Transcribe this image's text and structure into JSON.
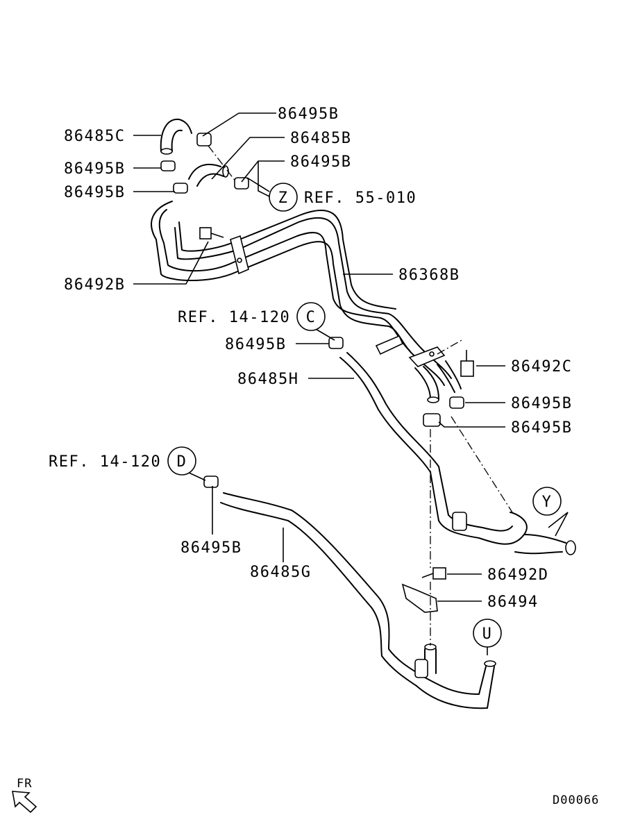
{
  "diagram_code": "D00066",
  "orientation_label": "FR",
  "callouts": [
    {
      "id": "c1",
      "text": "86495B"
    },
    {
      "id": "c2",
      "text": "86485C"
    },
    {
      "id": "c3",
      "text": "86485B"
    },
    {
      "id": "c4",
      "text": "86495B"
    },
    {
      "id": "c5",
      "text": "86495B"
    },
    {
      "id": "c6",
      "text": "86495B"
    },
    {
      "id": "c7",
      "text": "REF. 55-010"
    },
    {
      "id": "c8",
      "text": "86368B"
    },
    {
      "id": "c9",
      "text": "86492B"
    },
    {
      "id": "c10",
      "text": "REF. 14-120"
    },
    {
      "id": "c11",
      "text": "86495B"
    },
    {
      "id": "c12",
      "text": "86492C"
    },
    {
      "id": "c13",
      "text": "86485H"
    },
    {
      "id": "c14",
      "text": "86495B"
    },
    {
      "id": "c15",
      "text": "86495B"
    },
    {
      "id": "c16",
      "text": "REF. 14-120"
    },
    {
      "id": "c17",
      "text": "86495B"
    },
    {
      "id": "c18",
      "text": "86485G"
    },
    {
      "id": "c19",
      "text": "86492D"
    },
    {
      "id": "c20",
      "text": "86494"
    }
  ],
  "connectors": [
    {
      "id": "z",
      "letter": "Z"
    },
    {
      "id": "c",
      "letter": "C"
    },
    {
      "id": "d",
      "letter": "D"
    },
    {
      "id": "y",
      "letter": "Y"
    },
    {
      "id": "u",
      "letter": "U"
    }
  ]
}
